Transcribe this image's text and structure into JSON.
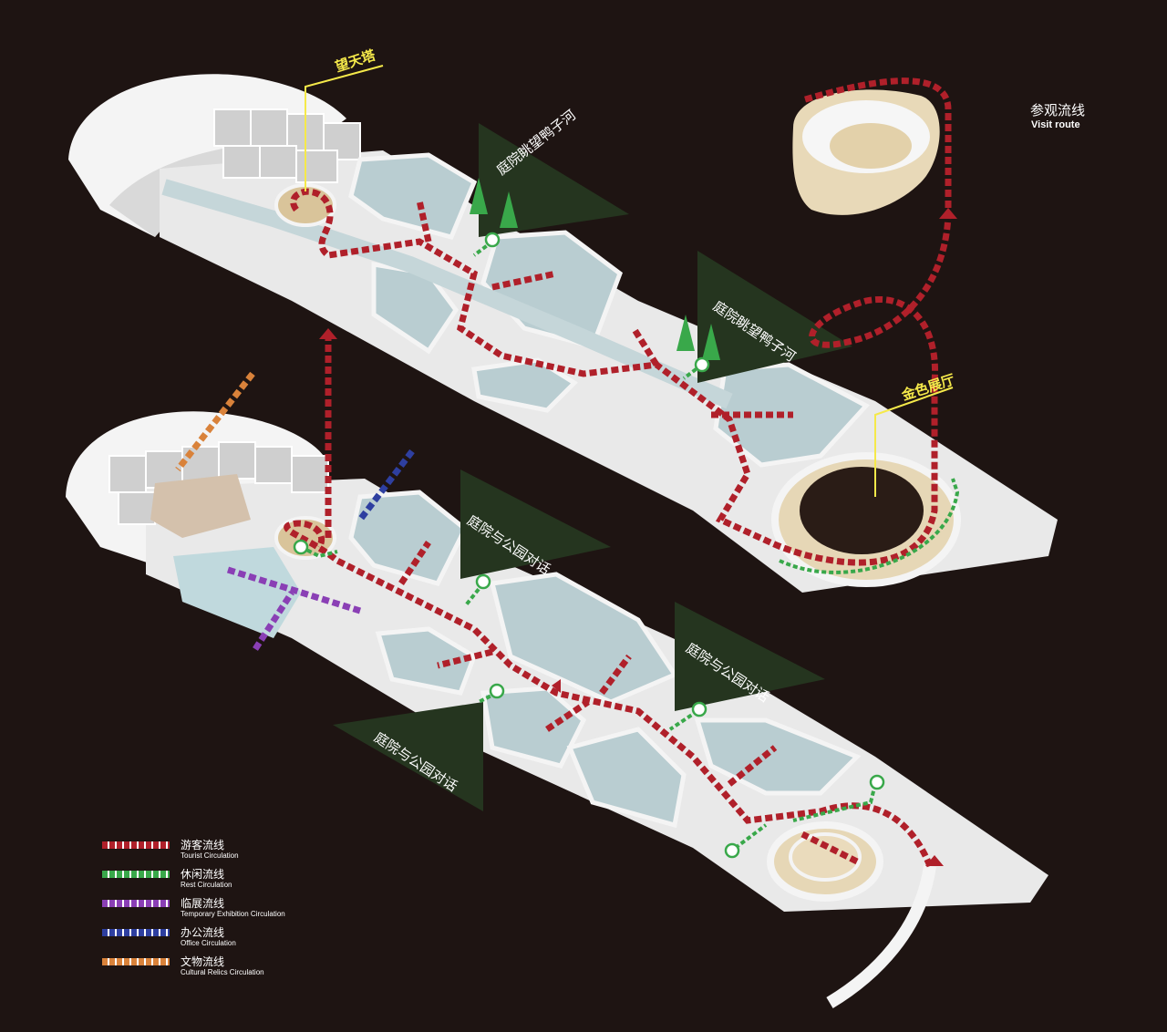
{
  "title": {
    "cn": "参观流线",
    "en": "Visit route"
  },
  "callouts": {
    "tower": "望天塔",
    "hall": "金色展厅"
  },
  "garden_labels": {
    "upper": "庭院眺望鸭子河",
    "lower": "庭院与公园对话"
  },
  "legend": [
    {
      "cn": "游客流线",
      "en": "Tourist Circulation",
      "color": "#b0202a"
    },
    {
      "cn": "休闲流线",
      "en": "Rest Circulation",
      "color": "#39a84a"
    },
    {
      "cn": "临展流线",
      "en": "Temporary Exhibition Circulation",
      "color": "#8a3fb5"
    },
    {
      "cn": "办公流线",
      "en": "Office Circulation",
      "color": "#2e3fa0"
    },
    {
      "cn": "文物流线",
      "en": "Cultural Relics Circulation",
      "color": "#d9823a"
    }
  ],
  "colors": {
    "background": "#1e1412",
    "wall": "#f2f2f2",
    "room": "#b7cdd1",
    "floor": "#eadbbc",
    "garden": "#25351f",
    "tourist": "#b0202a",
    "rest": "#39a84a",
    "callout": "#f5e94a"
  }
}
